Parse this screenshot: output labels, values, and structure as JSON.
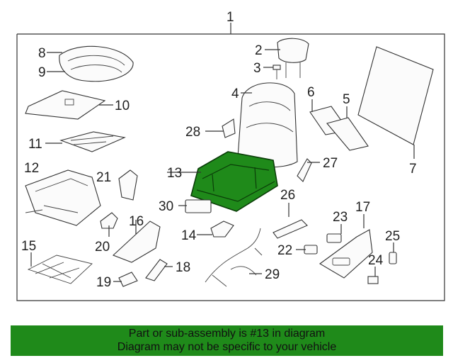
{
  "diagram": {
    "callouts": {
      "c1": "1",
      "c2": "2",
      "c3": "3",
      "c4": "4",
      "c5": "5",
      "c6": "6",
      "c7": "7",
      "c8": "8",
      "c9": "9",
      "c10": "10",
      "c11": "11",
      "c12": "12",
      "c13": "13",
      "c14": "14",
      "c15": "15",
      "c16": "16",
      "c17": "17",
      "c18": "18",
      "c19": "19",
      "c20": "20",
      "c21": "21",
      "c22": "22",
      "c23": "23",
      "c24": "24",
      "c25": "25",
      "c26": "26",
      "c27": "27",
      "c28": "28",
      "c29": "29",
      "c30": "30"
    },
    "highlighted_part": "13",
    "highlight_color": "#1f8a1a"
  },
  "banner": {
    "line1": "Part or sub-assembly is #13 in diagram",
    "line2": "Diagram may not be specific to your vehicle",
    "background": "#1f8a1a"
  }
}
